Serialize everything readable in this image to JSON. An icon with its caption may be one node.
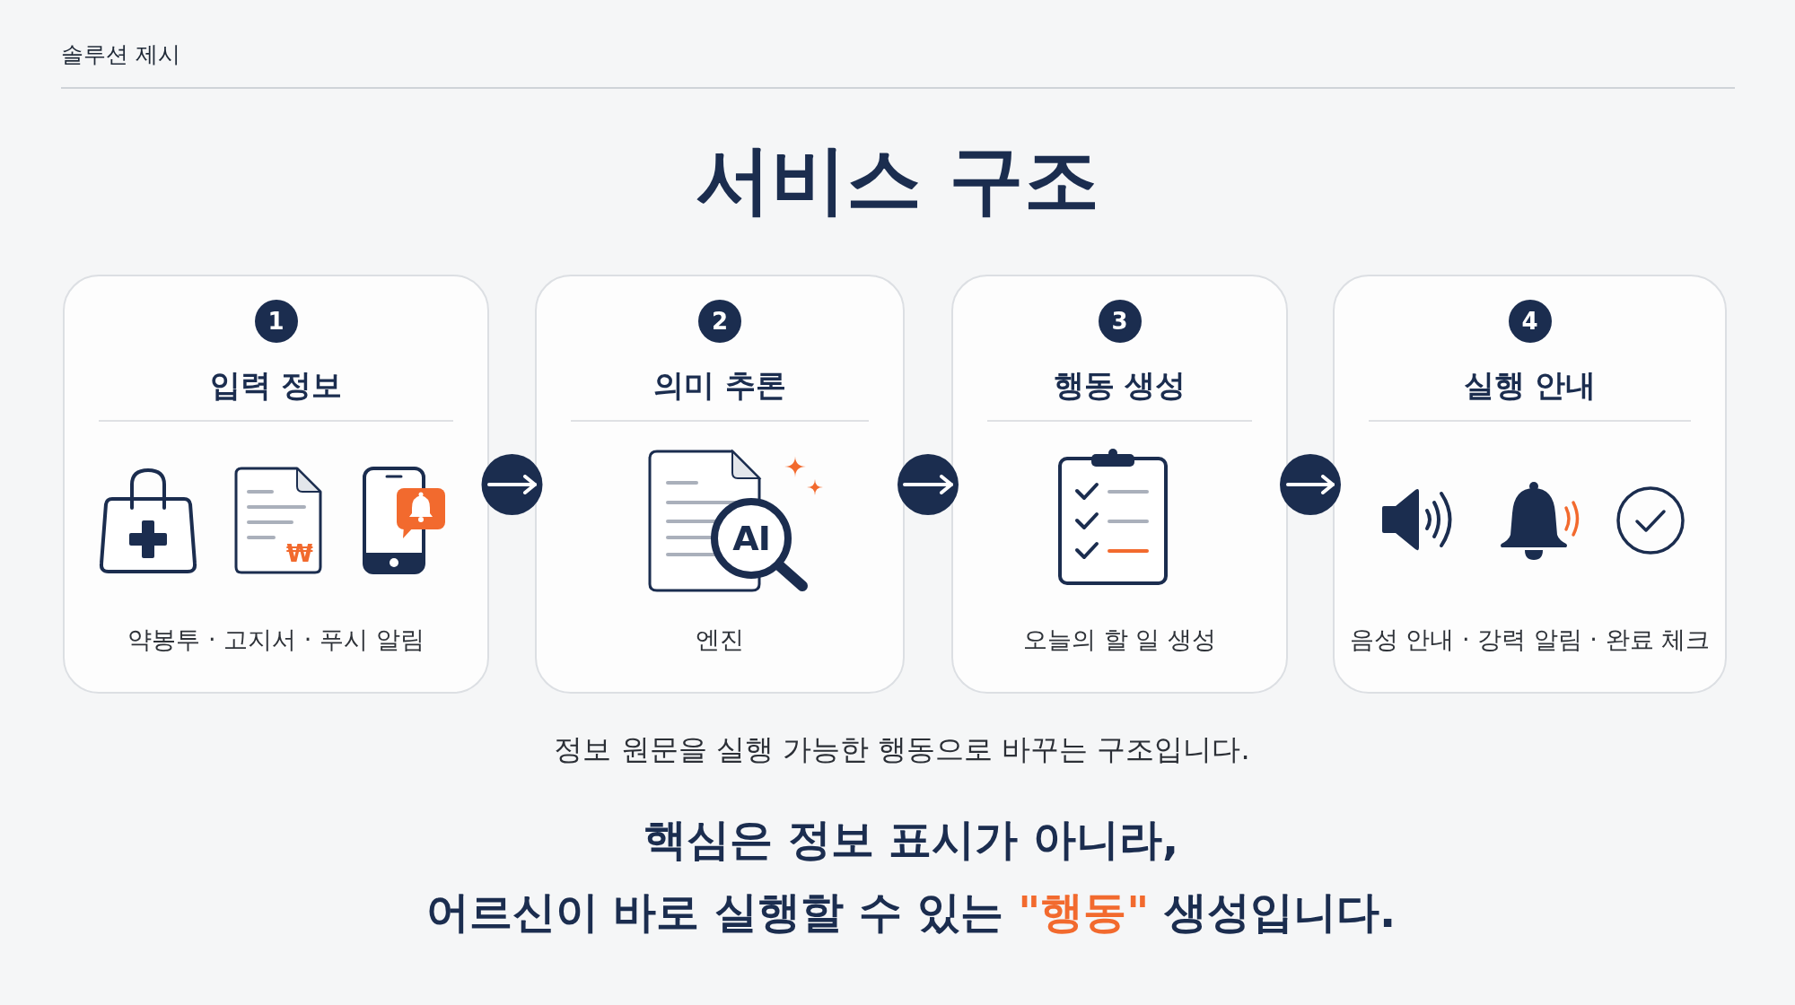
{
  "diagram": {
    "title": "서비스 구조",
    "nodes": [
      {
        "text": [
          "입력 정보",
          "약봉투 · 고지서 · 푸시 알림"
        ]
      },
      {
        "text": [
          "1"
        ],
        "in": 0
      },
      {
        "text": [
          "의미 추론",
          "엔진"
        ]
      },
      {
        "text": [
          "2"
        ],
        "in": 2
      },
      {
        "text": [
          "행동 생성",
          "오늘의 할 일 생성"
        ]
      },
      {
        "text": [
          "3"
        ],
        "in": 4
      },
      {
        "text": [
          "실행 안내",
          "음성 안내 · 강력 알림 · 완료 체크"
        ]
      },
      {
        "text": [
          "4"
        ],
        "in": 6
      }
    ],
    "edges": [
      {
        "from": 0,
        "to": 2,
        "arrow": "to"
      },
      {
        "from": 2,
        "to": 4,
        "arrow": "to"
      },
      {
        "from": 4,
        "to": 6,
        "arrow": "to"
      }
    ],
    "labels": [
      "솔루션 제시",
      "₩",
      "AI",
      "정보 원문을 실행 가능한 행동으로 바꾸는 구조입니다.",
      "핵심은 정보 표시가 아니라,",
      "어르신이 바로 실행할 수 있는",
      "\"행동\"",
      "생성입니다."
    ]
  }
}
